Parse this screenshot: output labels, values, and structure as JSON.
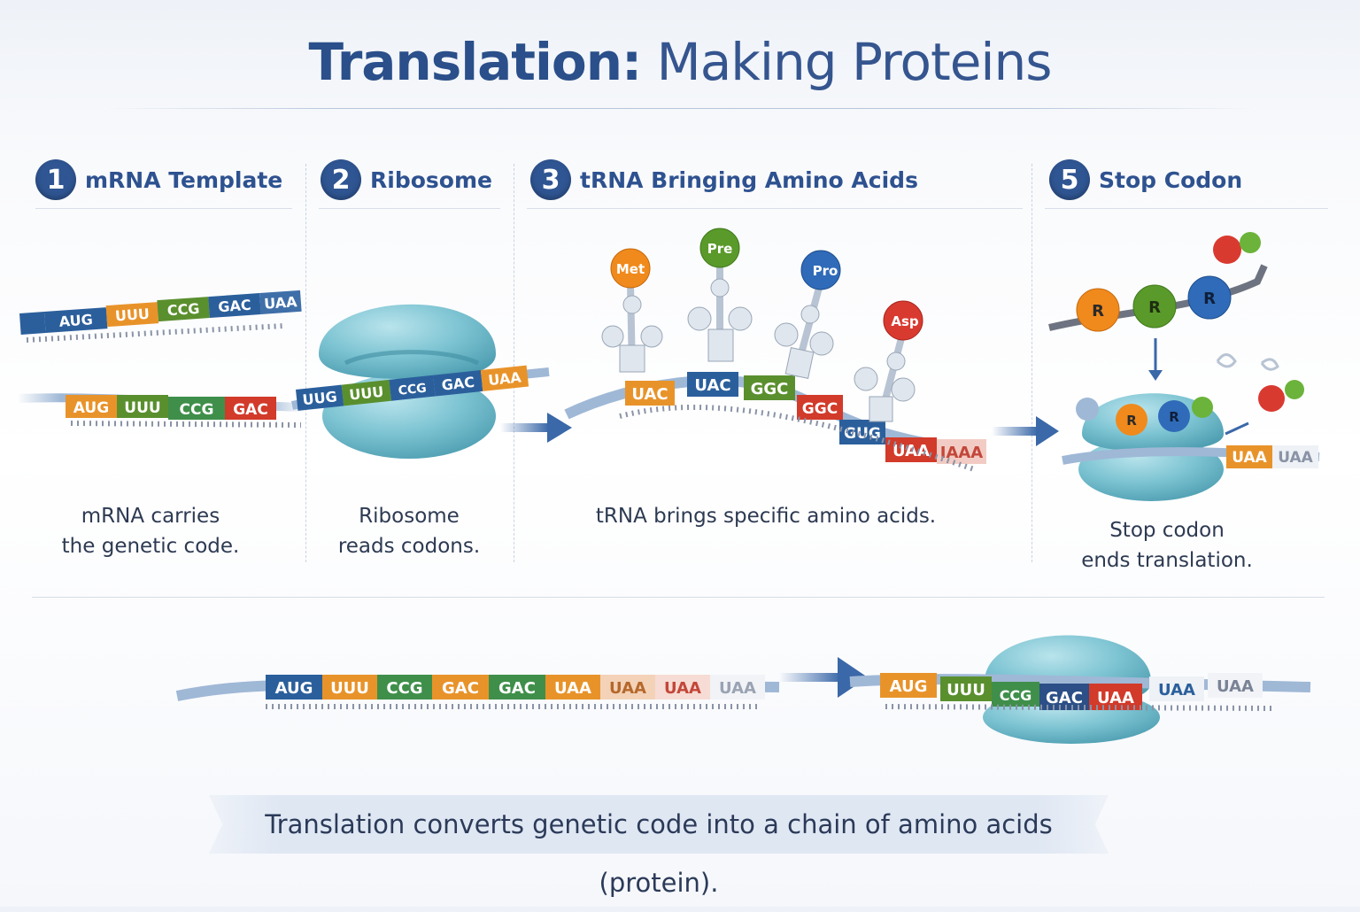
{
  "title": {
    "bold": "Translation:",
    "light": "Making Proteins"
  },
  "steps": [
    {
      "number": "1",
      "label": "mRNA Template",
      "caption_line1": "mRNA carries",
      "caption_line2": "the genetic code."
    },
    {
      "number": "2",
      "label": "Ribosome",
      "caption_line1": "Ribosome",
      "caption_line2": "reads codons."
    },
    {
      "number": "3",
      "label": "tRNA Bringing Amino Acids",
      "caption_line1": "tRNA brings specific amino acids.",
      "caption_line2": ""
    },
    {
      "number": "5",
      "label": "Stop Codon",
      "caption_line1": "Stop codon",
      "caption_line2": "ends translation."
    }
  ],
  "strands": {
    "panel1_top": [
      "AUG",
      "UUU",
      "CCG",
      "GAC",
      "UAA"
    ],
    "panel1_bottom": [
      "AUG",
      "UUU",
      "CCG",
      "GAC"
    ],
    "panel2": [
      "UUG",
      "UUU",
      "CCG",
      "GAC",
      "UAA"
    ],
    "panel3": [
      "UAC",
      "UAC",
      "GGC",
      "GGC",
      "GUG",
      "UAA",
      "IAAA"
    ],
    "panel4": [
      "UAA",
      "UAA"
    ],
    "bottom_left": [
      "AUG",
      "UUU",
      "CCG",
      "GAC",
      "GAC",
      "UAA",
      "UAA",
      "UAA",
      "UAA"
    ],
    "bottom_right": [
      "AUG",
      "UUU",
      "CCG",
      "GAC",
      "UAA",
      "UAA",
      "UAA"
    ]
  },
  "amino_acids": {
    "trna": [
      "Met",
      "Pre",
      "Pro",
      "Asp"
    ],
    "chain": [
      "R",
      "R",
      "R"
    ],
    "ribosome_chain": [
      "R",
      "R"
    ]
  },
  "colors": {
    "A": "#e8932a",
    "U": "#5a8f2e",
    "C": "#3f8f4a",
    "G": "#2b5f9c",
    "stop": "#d23a2a",
    "ribosome": "#7fc4d3",
    "accent": "#2f5592",
    "arrow": "#3a68a8"
  },
  "summary": "Translation converts genetic code into a chain of amino acids (protein)."
}
